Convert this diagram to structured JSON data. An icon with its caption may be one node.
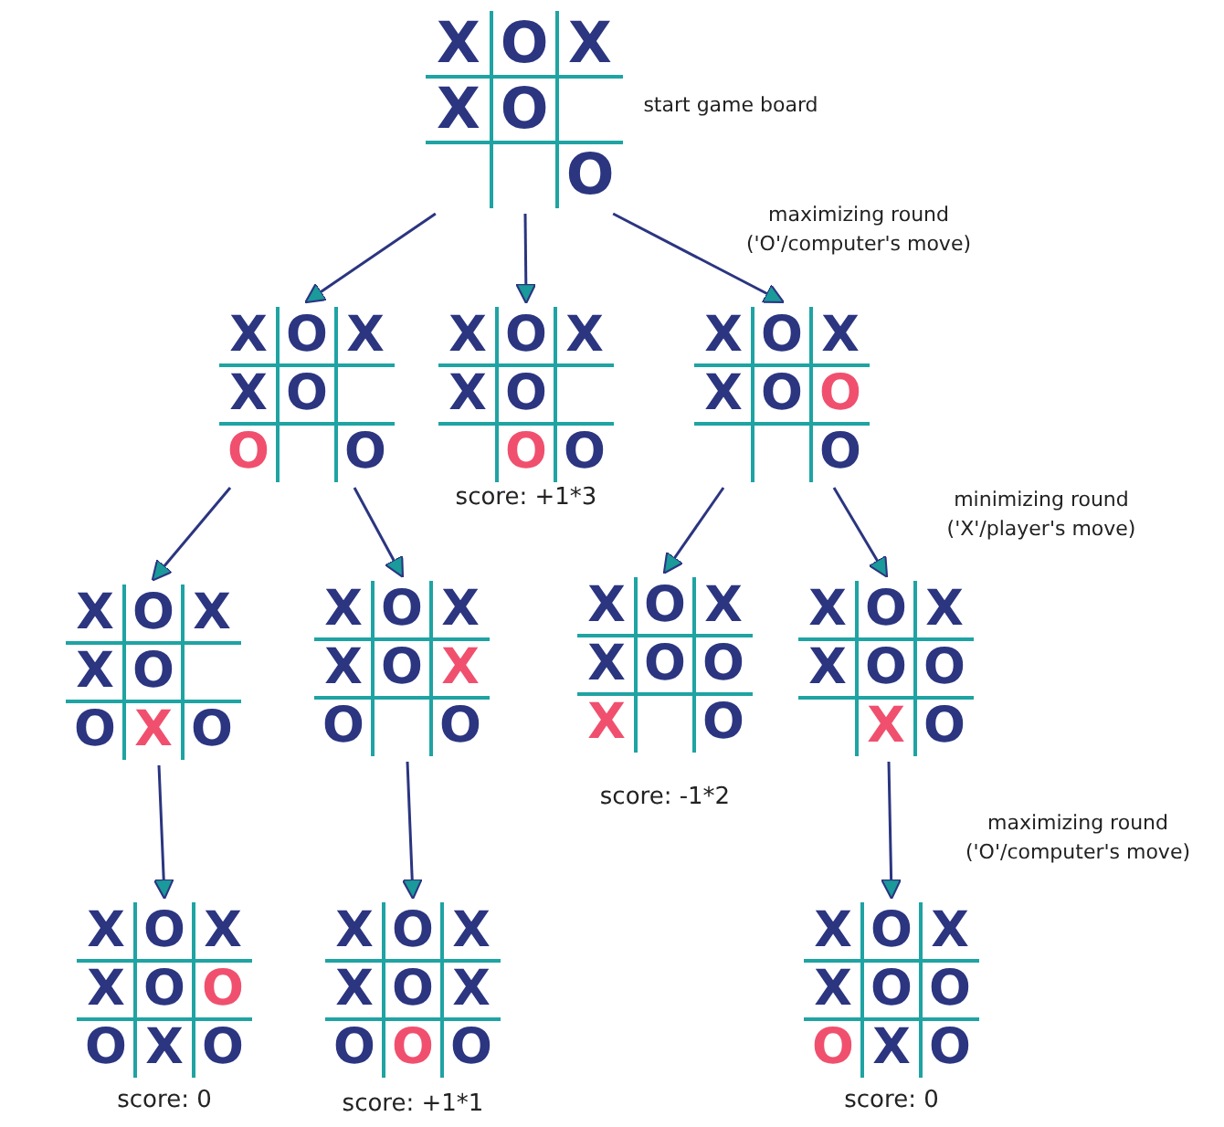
{
  "diagram": {
    "nodes": [
      {
        "text": [
          "X",
          "O",
          "X",
          "X",
          "O",
          "O"
        ],
        "beside": [
          "start game board"
        ]
      },
      {
        "text": [
          "X",
          "O",
          "X",
          "X",
          "O",
          "O",
          "O"
        ]
      },
      {
        "text": [
          "X",
          "O",
          "X",
          "X",
          "O",
          "O",
          "O"
        ],
        "beside": [
          "score: +1*3"
        ]
      },
      {
        "text": [
          "X",
          "O",
          "X",
          "X",
          "O",
          "O",
          "O"
        ]
      },
      {
        "text": [
          "X",
          "O",
          "X",
          "X",
          "O",
          "O",
          "X",
          "O"
        ]
      },
      {
        "text": [
          "X",
          "O",
          "X",
          "X",
          "O",
          "X",
          "O",
          "O"
        ]
      },
      {
        "text": [
          "X",
          "O",
          "X",
          "X",
          "O",
          "O",
          "X",
          "O"
        ],
        "beside": [
          "score: -1*2"
        ]
      },
      {
        "text": [
          "X",
          "O",
          "X",
          "X",
          "O",
          "O",
          "X",
          "O"
        ]
      },
      {
        "text": [
          "X",
          "O",
          "X",
          "X",
          "O",
          "O",
          "O",
          "X",
          "O"
        ],
        "beside": [
          "score: 0"
        ]
      },
      {
        "text": [
          "X",
          "O",
          "X",
          "X",
          "O",
          "X",
          "O",
          "O",
          "O"
        ],
        "beside": [
          "score: +1*1"
        ]
      },
      {
        "text": [
          "X",
          "O",
          "X",
          "X",
          "O",
          "O",
          "O",
          "X",
          "O"
        ],
        "beside": [
          "score: 0"
        ]
      }
    ],
    "edges": [
      {
        "from": 0,
        "to": 1,
        "arrow": "to"
      },
      {
        "from": 0,
        "to": 2,
        "arrow": "to"
      },
      {
        "from": 0,
        "to": 3,
        "arrow": "to"
      },
      {
        "from": 1,
        "to": 4,
        "arrow": "to"
      },
      {
        "from": 1,
        "to": 5,
        "arrow": "to"
      },
      {
        "from": 3,
        "to": 6,
        "arrow": "to"
      },
      {
        "from": 3,
        "to": 7,
        "arrow": "to"
      },
      {
        "from": 4,
        "to": 8,
        "arrow": "to"
      },
      {
        "from": 5,
        "to": 9,
        "arrow": "to"
      },
      {
        "from": 7,
        "to": 10,
        "arrow": "to"
      }
    ],
    "labels": [
      "maximizing round ('O'/computer's move)",
      "minimizing round ('X'/player's move)",
      "maximizing round ('O'/computer's move)"
    ]
  }
}
